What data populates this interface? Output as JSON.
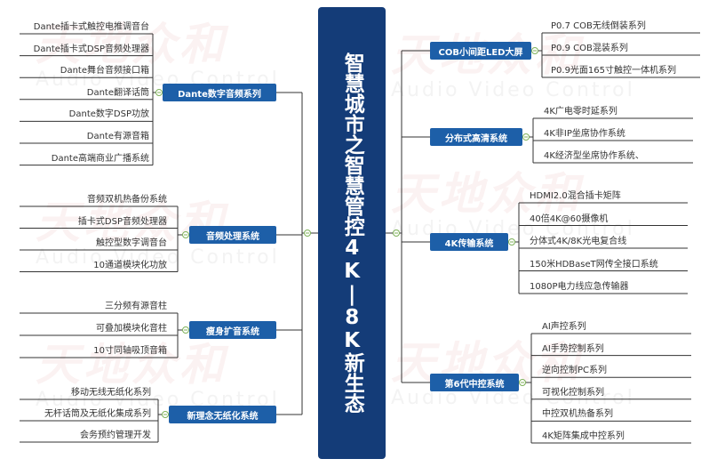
{
  "center_title": "智慧城市之智慧管控4K|8K新生态",
  "watermark": {
    "logo": "天地众和",
    "sub": "Audio Video Control"
  },
  "left_branches": [
    {
      "label": "Dante数字音频系列",
      "items": [
        "Dante插卡式触控电推调音台",
        "Dante插卡式DSP音频处理器",
        "Dante舞台音频接口箱",
        "Dante翻译话筒",
        "Dante数字DSP功放",
        "Dante有源音箱",
        "Dante高端商业广播系统"
      ]
    },
    {
      "label": "音频处理系统",
      "items": [
        "音频双机热备份系统",
        "插卡式DSP音频处理器",
        "触控型数字调音台",
        "10通道模块化功放"
      ]
    },
    {
      "label": "瘦身扩音系统",
      "items": [
        "三分频有源音柱",
        "可叠加模块化音柱",
        "10寸同轴吸顶音箱"
      ]
    },
    {
      "label": "新理念无纸化系统",
      "items": [
        "移动无线无纸化系列",
        "无杆话筒及无纸化集成系列",
        "会务预约管理开发"
      ]
    }
  ],
  "right_branches": [
    {
      "label": "COB小间距LED大屏",
      "items": [
        "P0.7 COB无线倒装系列",
        "P0.9 COB混装系列",
        "P0.9光面165寸触控一体机系列"
      ]
    },
    {
      "label": "分布式高清系统",
      "items": [
        "4K广电零时延系列",
        "4K非IP坐席协作系统",
        "4K经济型坐席协作系统、"
      ]
    },
    {
      "label": "4K传输系统",
      "items": [
        "HDMI2.0混合插卡矩阵",
        "40倍4K@60摄像机",
        "分体式4K/8K光电复合线",
        "150米HDBaseT网传全接口系统",
        "1080P电力线应急传输器"
      ]
    },
    {
      "label": "第6代中控系统",
      "items": [
        "AI声控系列",
        "AI手势控制系列",
        "逆向控制PC系列",
        "可视化控制系列",
        "中控双机热备系列",
        "4K矩阵集成中控系列"
      ]
    }
  ],
  "colors": {
    "center_bg": "#143c78",
    "branch_bg": "#1d5fa8",
    "line": "#333333",
    "connector": "#7fb25a"
  }
}
